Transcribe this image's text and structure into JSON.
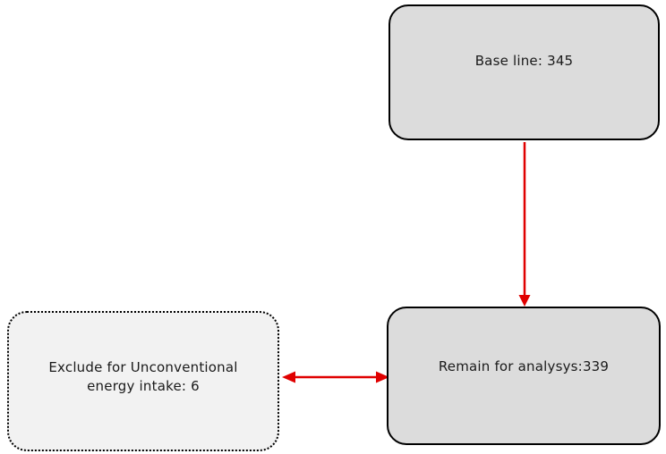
{
  "diagram": {
    "type": "flowchart",
    "background_color": "#ffffff",
    "arrow_color": "#e00000",
    "nodes": {
      "baseline": {
        "label": "Base line: 345",
        "fill": "#dcdcdc",
        "border_style": "solid",
        "border_color": "#000000"
      },
      "remain": {
        "label": "Remain for analysys:339",
        "fill": "#dcdcdc",
        "border_style": "solid",
        "border_color": "#000000"
      },
      "exclude": {
        "lines": [
          "Exclude for Unconventional",
          "energy intake: 6"
        ],
        "fill": "#f2f2f2",
        "border_style": "dotted",
        "border_color": "#000000"
      }
    },
    "edges": [
      {
        "from": "baseline",
        "to": "remain",
        "direction": "down",
        "heads": "single"
      },
      {
        "from": "exclude",
        "to": "remain",
        "direction": "horizontal",
        "heads": "double"
      }
    ]
  }
}
